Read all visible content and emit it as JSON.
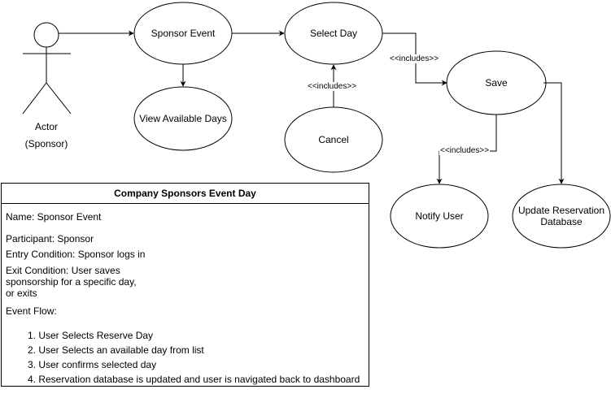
{
  "actor": {
    "name": "Actor",
    "role": "(Sponsor)"
  },
  "use_cases": {
    "sponsor_event": "Sponsor Event",
    "select_day": "Select Day",
    "view_available_days": "View Available Days",
    "cancel": "Cancel",
    "save": "Save",
    "notify_user": "Notify User",
    "update_reservation_database": "Update Reservation Database"
  },
  "relations": {
    "includes_select_save": "<<includes>>",
    "includes_cancel_select": "<<includes>>",
    "includes_save_notify": "<<includes>>"
  },
  "spec": {
    "title": "Company Sponsors Event Day",
    "name_line": "Name: Sponsor Event",
    "participant_line": "Participant: Sponsor",
    "entry_line": "Entry Condition: Sponsor logs in",
    "exit_line_1": "Exit Condition: User saves",
    "exit_line_2": "sponsorship for a specific day,",
    "exit_line_3": "or exits",
    "event_flow_label": "Event Flow:",
    "steps": [
      "1. User Selects Reserve Day",
      "2. User Selects an available day from list",
      "3. User confirms selected day",
      "4. Reservation database is updated and user is navigated back to dashboard"
    ]
  }
}
